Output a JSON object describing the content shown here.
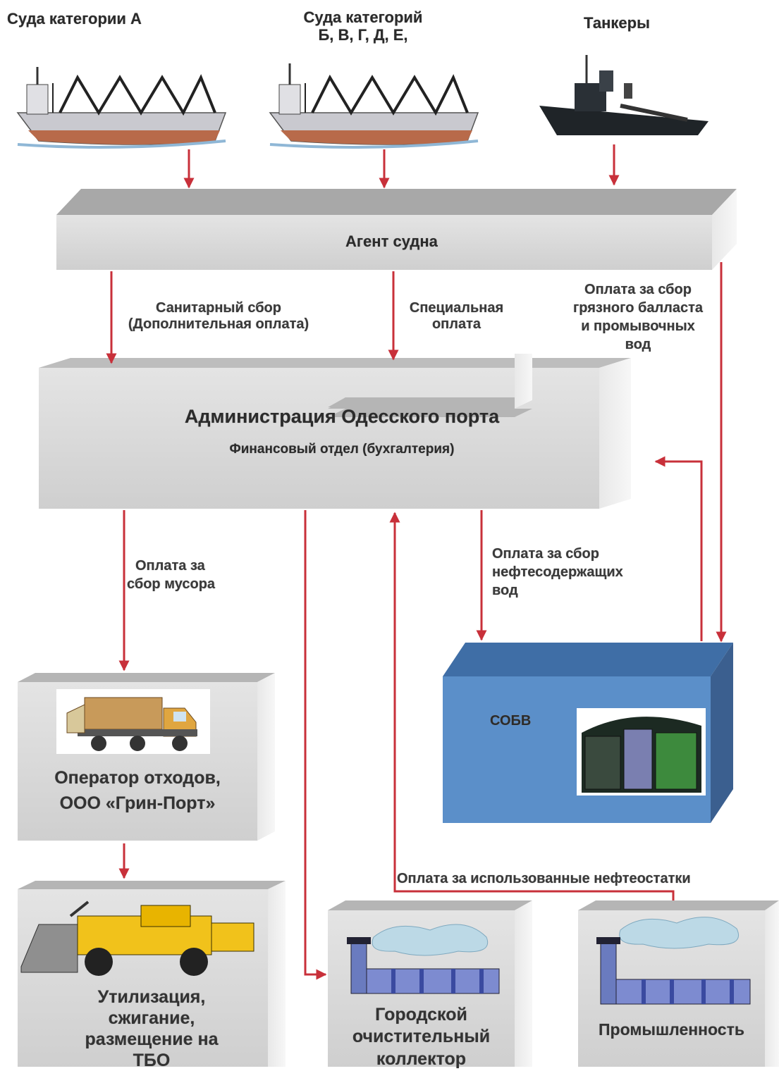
{
  "ships": {
    "cat_a": "Суда категории А",
    "cat_b_line1": "Суда категорий",
    "cat_b_line2": "Б, В, Г, Д, Е,",
    "tankers": "Танкеры"
  },
  "agent": "Агент судна",
  "flows": {
    "sanitary_line1": "Санитарный сбор",
    "sanitary_line2": "(Дополнительная оплата)",
    "special_line1": "Специальная",
    "special_line2": "оплата",
    "ballast_line1": "Оплата за сбор",
    "ballast_line2": "грязного балласта",
    "ballast_line3": "и промывочных",
    "ballast_line4": "вод",
    "garbage_line1": "Оплата за",
    "garbage_line2": "сбор мусора",
    "oily_line1": "Оплата за сбор",
    "oily_line2": "нефтесодержащих",
    "oily_line3": "вод",
    "residues": "Оплата за использованные нефтеостатки"
  },
  "admin": {
    "title": "Администрация Одесского порта",
    "subtitle": "Финансовый отдел (бухгалтерия)"
  },
  "operator": {
    "line1": "Оператор отходов,",
    "line2": "ООО «Грин-Порт»"
  },
  "sobv": "СОБВ",
  "disposal": {
    "line1": "Утилизация,",
    "line2": "сжигание,",
    "line3": "размещение на",
    "line4": "ТБО"
  },
  "collector": {
    "line1": "Городской",
    "line2": "очистительный",
    "line3": "коллектор"
  },
  "industry": "Промышленность",
  "colors": {
    "arrow": "#c8303a",
    "box_front": "#d9d9d9",
    "box_top": "#a9a9a9",
    "sobv_front": "#5b8fc9",
    "sobv_top": "#3f6ea6"
  }
}
